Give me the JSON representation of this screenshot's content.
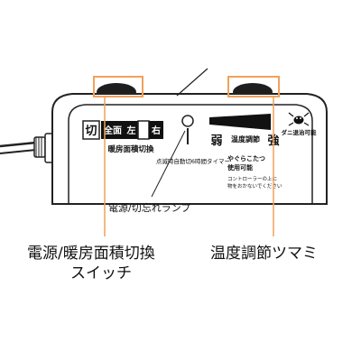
{
  "panel": {
    "off_label": "切",
    "full_label": "全面",
    "left_label": "左",
    "right_label": "右",
    "area_switch_caption": "暖房面積切換",
    "timer_caption": "点滅時自動切6時間タイマー",
    "weak_label": "弱",
    "temp_dial_caption": "温度調節",
    "strong_label": "強",
    "mite_label": "ダニ退治可能",
    "kotatsu_note_line1": "やぐらこたつ",
    "kotatsu_note_line2": "使用可能",
    "controller_note_line1": "コントローラーの上に",
    "controller_note_line2": "物をおかないでください"
  },
  "callouts": {
    "lamp": "電源/切忘れランプ",
    "switch_line1": "電源/暖房面積切換",
    "switch_line2": "スイッチ",
    "temp_knob": "温度調節ツマミ"
  },
  "colors": {
    "highlight": "#f2a15a",
    "outline": "#222222",
    "knob": "#1e1e1e"
  }
}
